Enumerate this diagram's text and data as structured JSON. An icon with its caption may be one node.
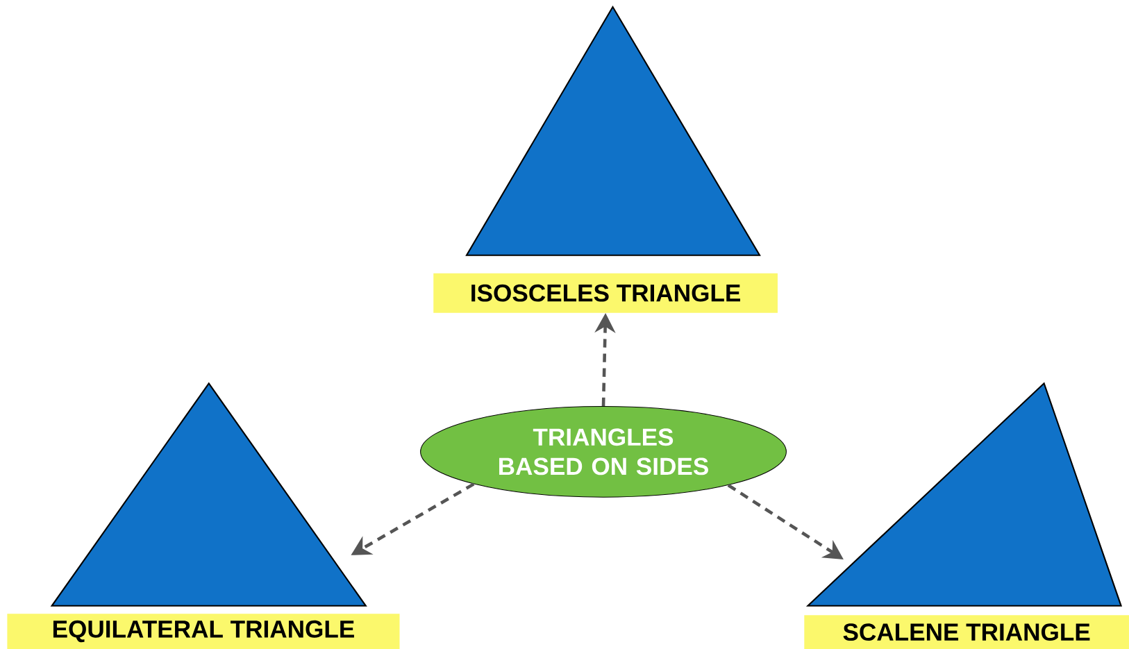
{
  "diagram": {
    "nodes": [
      {
        "text": [
          "ISOSCELES TRIANGLE"
        ]
      },
      {
        "text": [
          "TRIANGLES BASED ON SIDES"
        ]
      },
      {
        "text": [
          "EQUILATERAL TRIANGLE"
        ]
      },
      {
        "text": [
          "SCALENE TRIANGLE"
        ]
      }
    ],
    "edges": [
      {
        "from": 1,
        "to": 0,
        "arrow": "to",
        "style": "dashed"
      },
      {
        "from": 1,
        "to": 2,
        "arrow": "to",
        "style": "dashed"
      },
      {
        "from": 1,
        "to": 3,
        "arrow": "to",
        "style": "dashed"
      }
    ]
  }
}
